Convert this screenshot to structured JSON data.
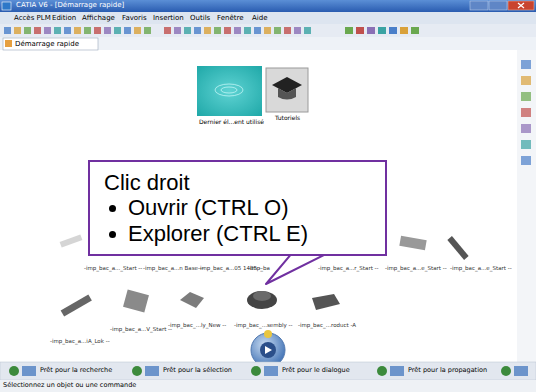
{
  "diagram": {
    "nodes": [
      {
        "text": [
          "Clic droit",
          "Ouvrir (CTRL O)",
          "Explorer (CTRL E)"
        ]
      }
    ],
    "labels": [
      "CATIA V6 - [Démarrage rapide]",
      "Accès PLM",
      "Edition",
      "Affichage",
      "Favoris",
      "Insertion",
      "Outils",
      "Fenêtre",
      "Aide",
      "Démarrage rapide",
      "Dernier él...ent utilisé",
      "Tutoriels",
      "-imp_bac_a..._Start --",
      "-imp_bac_a...n Base --",
      "-imp_bac_a...05 1485 --",
      "-imp_ba",
      "-imp_bac_a...r_Start --",
      "-imp_bac_a...e_Start --",
      "-imp_bac_a...e_Start --",
      "-imp_bac_a...iA_Lok --",
      "-imp_bac_a...V_Start --",
      "-imp_bac_...ly_New --",
      "-imp_bac_...sembly --",
      "-imp_bac_...roduct -A",
      "Prêt pour la recherche",
      "Prêt pour la sélection",
      "Prêt pour le dialogue",
      "Prêt pour la propagation",
      "Sélectionnez un objet ou une commande"
    ]
  }
}
